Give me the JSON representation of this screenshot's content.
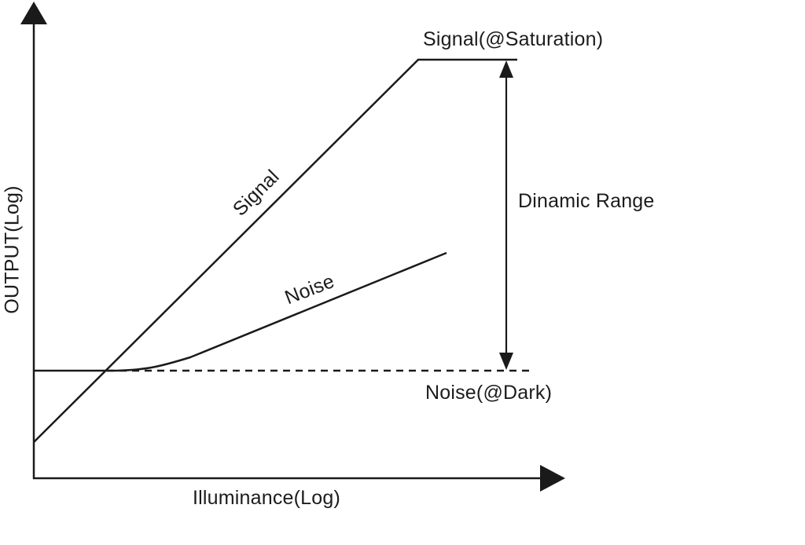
{
  "diagram": {
    "axes": {
      "y_label": "OUTPUT(Log)",
      "x_label": "Illuminance(Log)"
    },
    "curves": {
      "signal_label": "Signal",
      "noise_label": "Noise"
    },
    "annotations": {
      "saturation_label": "Signal(@Saturation)",
      "dynamic_range_label": "Dinamic Range",
      "noise_dark_label": "Noise(@Dark)"
    },
    "style": {
      "line_color": "#1a1a1a",
      "text_color": "#1c1c1c",
      "background_color": "#ffffff"
    },
    "description": {
      "signal_shape": "rises linearly from y-axis, saturates flat at top",
      "noise_shape": "flat at dark level, then rises with shallower slope",
      "noise_floor": "dashed horizontal line at dark noise level",
      "dynamic_range_arrow": "vertical double-headed arrow from noise floor to saturation level"
    }
  }
}
